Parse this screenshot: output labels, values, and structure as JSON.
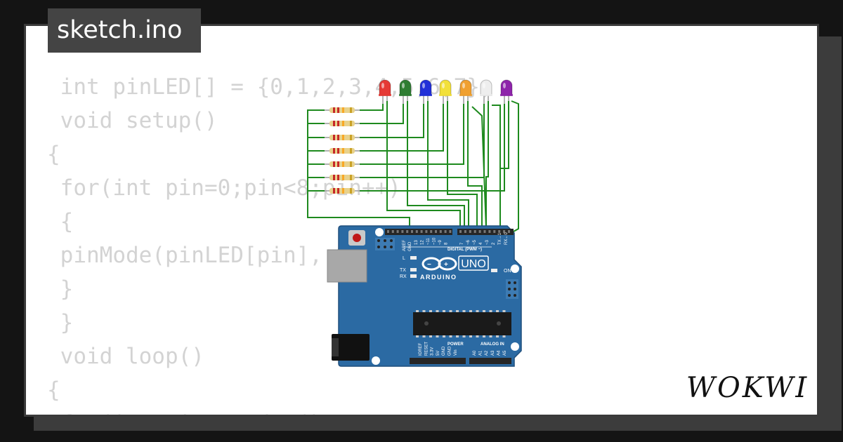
{
  "header": {
    "filename": "sketch.ino"
  },
  "code": {
    "lines": [
      " int pinLED[] = {0,1,2,3,4,5,6,7};",
      " void setup()",
      "{",
      " for(int pin=0;pin<8;pin++)",
      " {",
      " pinMode(pinLED[pin], OUTPUT);",
      " }",
      " }",
      " void loop()",
      "{",
      " for(int pin=random();"
    ]
  },
  "board": {
    "brand": "ARDUINO",
    "model": "UNO",
    "digital_header": "DIGITAL (PWM ~)",
    "power_header": "POWER",
    "analog_header": "ANALOG IN",
    "on_label": "ON",
    "l_label": "L",
    "tx_label": "TX",
    "rx_label": "RX",
    "aref": "AREF",
    "gnd": "GND",
    "digital_pins": [
      "13",
      "12",
      "~11",
      "~10",
      "~9",
      "8",
      "7",
      "~6",
      "~5",
      "4",
      "~3",
      "2",
      "TX→1",
      "RX←0"
    ],
    "power_pins": [
      "IOREF",
      "RESET",
      "3.3V",
      "5V",
      "GND",
      "GND",
      "Vin"
    ],
    "analog_pins": [
      "A0",
      "A1",
      "A2",
      "A3",
      "A4",
      "A5"
    ]
  },
  "leds": [
    {
      "color": "#e53935"
    },
    {
      "color": "#2e7d32"
    },
    {
      "color": "#2230d8"
    },
    {
      "color": "#f2e03a"
    },
    {
      "color": "#f0a030"
    },
    {
      "color": "#eeeeee"
    },
    {
      "color": "#8e24aa"
    }
  ],
  "brand_logo": {
    "text": "WOKWI"
  }
}
